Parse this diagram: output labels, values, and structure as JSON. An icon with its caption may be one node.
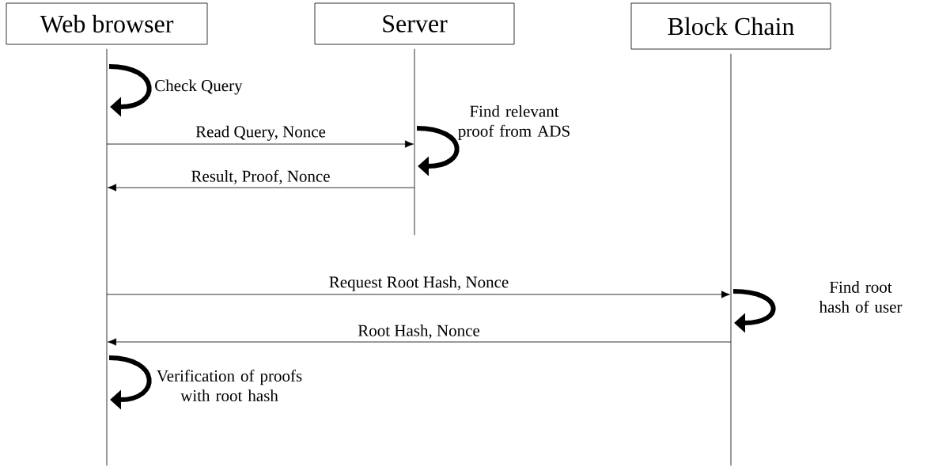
{
  "diagram": {
    "nodes": [
      {
        "text": [
          "Web browser"
        ]
      },
      {
        "text": [
          "Server"
        ]
      },
      {
        "text": [
          "Block Chain"
        ]
      },
      {
        "text": [],
        "shape": "line"
      },
      {
        "text": [],
        "shape": "line"
      },
      {
        "text": [],
        "shape": "line"
      }
    ],
    "edges": [
      {
        "from": 3,
        "to": 3,
        "arrow": "to",
        "label": "Check Query",
        "style": "thick"
      },
      {
        "from": 3,
        "to": 4,
        "arrow": "to",
        "label": "Read Query, Nonce"
      },
      {
        "from": 4,
        "to": 4,
        "arrow": "to",
        "label": "Find relevant proof from ADS",
        "style": "thick"
      },
      {
        "from": 4,
        "to": 3,
        "arrow": "to",
        "label": "Result, Proof, Nonce"
      },
      {
        "from": 3,
        "to": 5,
        "arrow": "to",
        "label": "Request Root Hash, Nonce"
      },
      {
        "from": 5,
        "to": 5,
        "arrow": "to",
        "label": "Find root hash of user",
        "style": "thick"
      },
      {
        "from": 5,
        "to": 3,
        "arrow": "to",
        "label": "Root Hash, Nonce"
      },
      {
        "from": 3,
        "to": 3,
        "arrow": "to",
        "label": "Verification of proofs with root hash",
        "style": "thick"
      }
    ]
  }
}
